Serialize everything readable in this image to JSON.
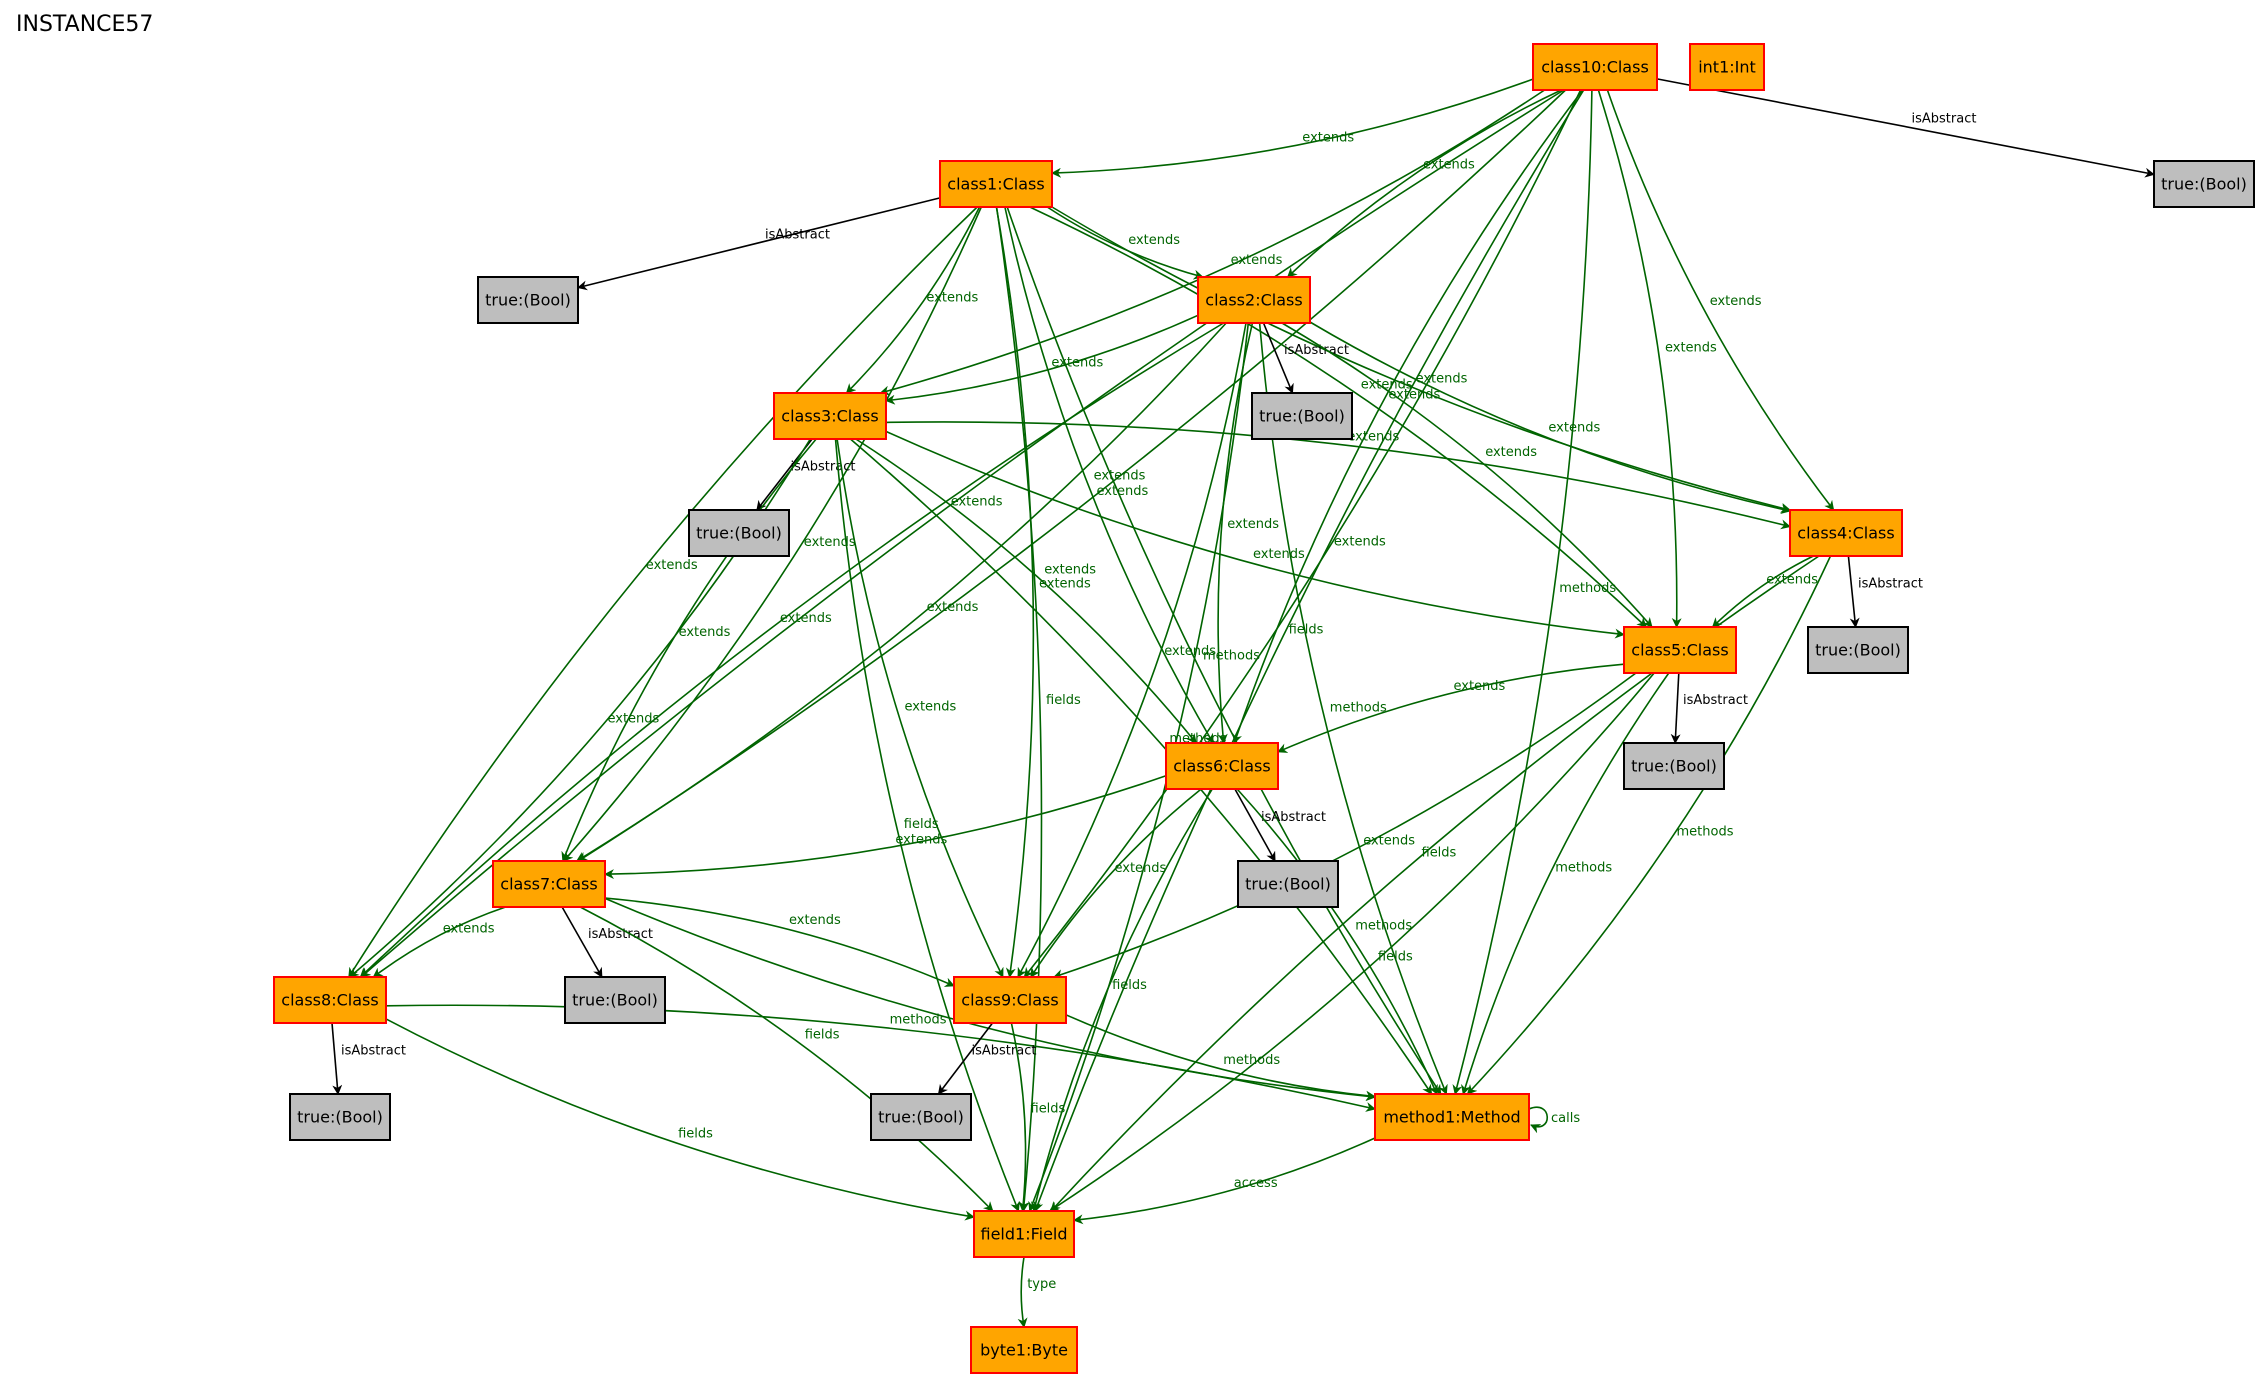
{
  "title": "INSTANCE57",
  "colors": {
    "class_fill": "#ffa500",
    "class_stroke": "#ff0000",
    "value_fill": "#bebebe",
    "value_stroke": "#000000",
    "relation_edge": "#006400",
    "attribute_edge": "#000000"
  },
  "nodes": {
    "class10": "class10:Class",
    "int1": "int1:Int",
    "class1": "class1:Class",
    "class2": "class2:Class",
    "class3": "class3:Class",
    "class4": "class4:Class",
    "class5": "class5:Class",
    "class6": "class6:Class",
    "class7": "class7:Class",
    "class8": "class8:Class",
    "class9": "class9:Class",
    "method1": "method1:Method",
    "field1": "field1:Field",
    "byte1": "byte1:Byte",
    "b10": "true:(Bool)",
    "b1": "true:(Bool)",
    "b2": "true:(Bool)",
    "b3": "true:(Bool)",
    "b4": "true:(Bool)",
    "b5": "true:(Bool)",
    "b6": "true:(Bool)",
    "b7": "true:(Bool)",
    "b8": "true:(Bool)",
    "b9": "true:(Bool)"
  },
  "edges": [
    {
      "from": "class10",
      "to": "class1",
      "label": "extends"
    },
    {
      "from": "class10",
      "to": "class2",
      "label": "extends"
    },
    {
      "from": "class10",
      "to": "class3",
      "label": "extends"
    },
    {
      "from": "class10",
      "to": "class4",
      "label": "extends"
    },
    {
      "from": "class10",
      "to": "class5",
      "label": "extends"
    },
    {
      "from": "class10",
      "to": "class6",
      "label": "extends"
    },
    {
      "from": "class10",
      "to": "class7",
      "label": "extends"
    },
    {
      "from": "class10",
      "to": "class8",
      "label": "extends"
    },
    {
      "from": "class10",
      "to": "class9",
      "label": "extends"
    },
    {
      "from": "class10",
      "to": "b10",
      "label": "isAbstract"
    },
    {
      "from": "class10",
      "to": "method1",
      "label": "methods"
    },
    {
      "from": "class10",
      "to": "field1",
      "label": "fields"
    },
    {
      "from": "class1",
      "to": "b1",
      "label": "isAbstract"
    },
    {
      "from": "class1",
      "to": "class2",
      "label": "extends"
    },
    {
      "from": "class1",
      "to": "class3",
      "label": "extends"
    },
    {
      "from": "class1",
      "to": "class4",
      "label": "extends"
    },
    {
      "from": "class1",
      "to": "class5",
      "label": "extends"
    },
    {
      "from": "class1",
      "to": "class6",
      "label": "extends"
    },
    {
      "from": "class1",
      "to": "class7",
      "label": "extends"
    },
    {
      "from": "class1",
      "to": "class8",
      "label": "extends"
    },
    {
      "from": "class1",
      "to": "class9",
      "label": "extends"
    },
    {
      "from": "class1",
      "to": "method1",
      "label": "methods"
    },
    {
      "from": "class1",
      "to": "field1",
      "label": "fields"
    },
    {
      "from": "class2",
      "to": "b2",
      "label": "isAbstract"
    },
    {
      "from": "class2",
      "to": "class3",
      "label": "extends"
    },
    {
      "from": "class2",
      "to": "class4",
      "label": "extends"
    },
    {
      "from": "class2",
      "to": "class5",
      "label": "extends"
    },
    {
      "from": "class2",
      "to": "class6",
      "label": "extends"
    },
    {
      "from": "class2",
      "to": "class7",
      "label": "extends"
    },
    {
      "from": "class2",
      "to": "class8",
      "label": "extends"
    },
    {
      "from": "class2",
      "to": "class9",
      "label": "extends"
    },
    {
      "from": "class2",
      "to": "method1",
      "label": "methods"
    },
    {
      "from": "class2",
      "to": "field1",
      "label": "fields"
    },
    {
      "from": "class3",
      "to": "b3",
      "label": "isAbstract"
    },
    {
      "from": "class3",
      "to": "class4",
      "label": "extends"
    },
    {
      "from": "class3",
      "to": "class5",
      "label": "extends"
    },
    {
      "from": "class3",
      "to": "class6",
      "label": "extends"
    },
    {
      "from": "class3",
      "to": "class7",
      "label": "extends"
    },
    {
      "from": "class3",
      "to": "class8",
      "label": "extends"
    },
    {
      "from": "class3",
      "to": "class9",
      "label": "extends"
    },
    {
      "from": "class3",
      "to": "method1",
      "label": "methods"
    },
    {
      "from": "class3",
      "to": "field1",
      "label": "fields"
    },
    {
      "from": "class4",
      "to": "b4",
      "label": "isAbstract"
    },
    {
      "from": "class4",
      "to": "class5",
      "label": "extends"
    },
    {
      "from": "class4",
      "to": "method1",
      "label": "methods"
    },
    {
      "from": "class4",
      "to": "field1",
      "label": "fields"
    },
    {
      "from": "class5",
      "to": "b5",
      "label": "isAbstract"
    },
    {
      "from": "class5",
      "to": "class6",
      "label": "extends"
    },
    {
      "from": "class5",
      "to": "class9",
      "label": "extends"
    },
    {
      "from": "class5",
      "to": "method1",
      "label": "methods"
    },
    {
      "from": "class5",
      "to": "field1",
      "label": "fields"
    },
    {
      "from": "class6",
      "to": "b6",
      "label": "isAbstract"
    },
    {
      "from": "class6",
      "to": "class7",
      "label": "extends"
    },
    {
      "from": "class6",
      "to": "class9",
      "label": "extends"
    },
    {
      "from": "class6",
      "to": "method1",
      "label": "methods"
    },
    {
      "from": "class6",
      "to": "field1",
      "label": "fields"
    },
    {
      "from": "class7",
      "to": "b7",
      "label": "isAbstract"
    },
    {
      "from": "class7",
      "to": "class8",
      "label": "extends"
    },
    {
      "from": "class7",
      "to": "class9",
      "label": "extends"
    },
    {
      "from": "class7",
      "to": "method1",
      "label": "methods"
    },
    {
      "from": "class7",
      "to": "field1",
      "label": "fields"
    },
    {
      "from": "class8",
      "to": "b8",
      "label": "isAbstract"
    },
    {
      "from": "class8",
      "to": "method1",
      "label": "methods"
    },
    {
      "from": "class8",
      "to": "field1",
      "label": "fields"
    },
    {
      "from": "class9",
      "to": "b9",
      "label": "isAbstract"
    },
    {
      "from": "class9",
      "to": "method1",
      "label": "methods"
    },
    {
      "from": "class9",
      "to": "field1",
      "label": "fields"
    },
    {
      "from": "method1",
      "to": "method1",
      "label": "calls"
    },
    {
      "from": "method1",
      "to": "field1",
      "label": "access"
    },
    {
      "from": "field1",
      "to": "byte1",
      "label": "type"
    }
  ]
}
